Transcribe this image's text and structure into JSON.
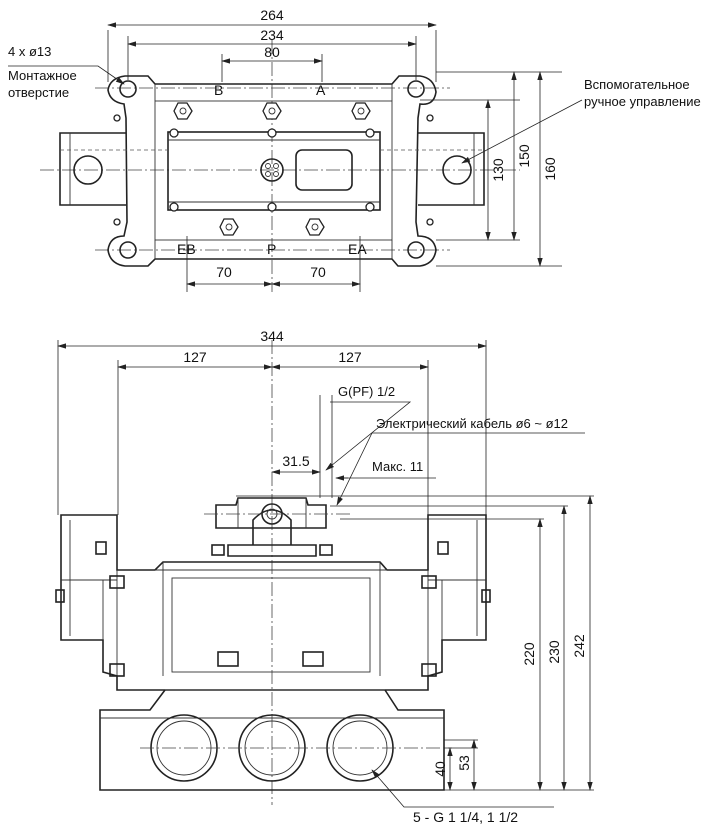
{
  "top_view": {
    "port_b": "B",
    "port_a": "A",
    "port_eb": "EB",
    "port_p": "P",
    "port_ea": "EA",
    "dim_264": "264",
    "dim_234": "234",
    "dim_80": "80",
    "dim_70_left": "70",
    "dim_70_right": "70",
    "dim_130": "130",
    "dim_150": "150",
    "dim_160": "160",
    "mount_hole_line1": "4 x ø13",
    "mount_hole_line2": "Монтажное",
    "mount_hole_line3": "отверстие",
    "manual_override_line1": "Вспомогательное",
    "manual_override_line2": "ручное управление"
  },
  "front_view": {
    "dim_344": "344",
    "dim_127_left": "127",
    "dim_127_right": "127",
    "thread_label": "G(PF) 1/2",
    "cable_label": "Электрический кабель ø6 ~ ø12",
    "dim_31_5": "31.5",
    "max_label": "Макс. 11",
    "dim_220": "220",
    "dim_230": "230",
    "dim_242": "242",
    "dim_40": "40",
    "dim_53": "53",
    "ports_label": "5 - G 1 1/4, 1 1/2"
  }
}
